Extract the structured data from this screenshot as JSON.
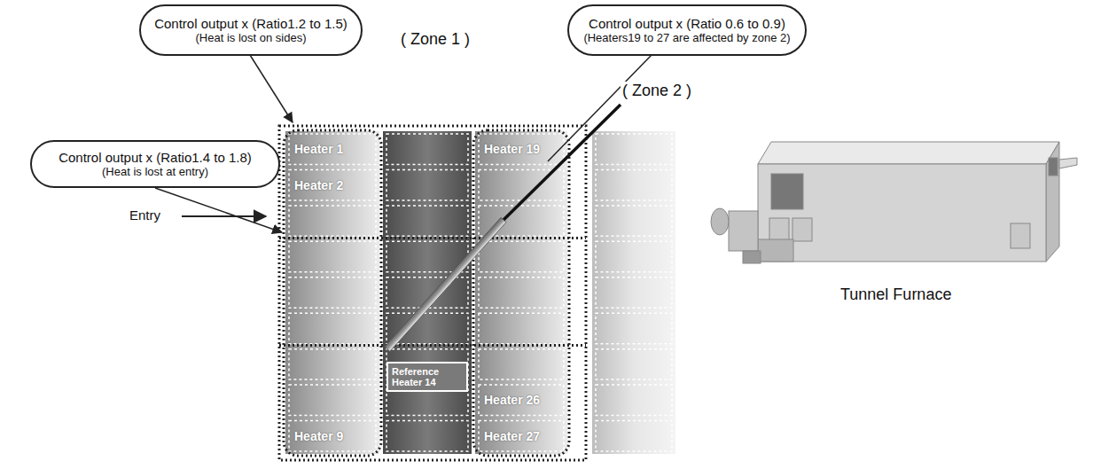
{
  "diagram": {
    "nodes": [
      {
        "text": [
          "Control output x (Ratio1.2 to 1.5)",
          "(Heat is lost on sides)"
        ]
      },
      {
        "text": [
          "Control output x (Ratio 0.6 to 0.9)",
          "(Heaters19 to 27 are affected by zone 2)"
        ]
      },
      {
        "text": [
          "Control output x (Ratio1.4 to 1.8)",
          "(Heat is lost at entry)"
        ]
      },
      {
        "text": [
          "Heater 1"
        ]
      },
      {
        "text": [
          "Heater 2"
        ]
      },
      {
        "text": [
          "Reference Heater 14"
        ]
      },
      {
        "text": [
          "Heater 19"
        ]
      },
      {
        "text": [
          "Heater 9"
        ]
      },
      {
        "text": [
          "Heater 26"
        ]
      },
      {
        "text": [
          "Heater 27"
        ]
      }
    ],
    "labels": [
      "( Zone 1 )",
      "( Zone 2 )",
      "Entry",
      "Tunnel Furnace"
    ]
  }
}
